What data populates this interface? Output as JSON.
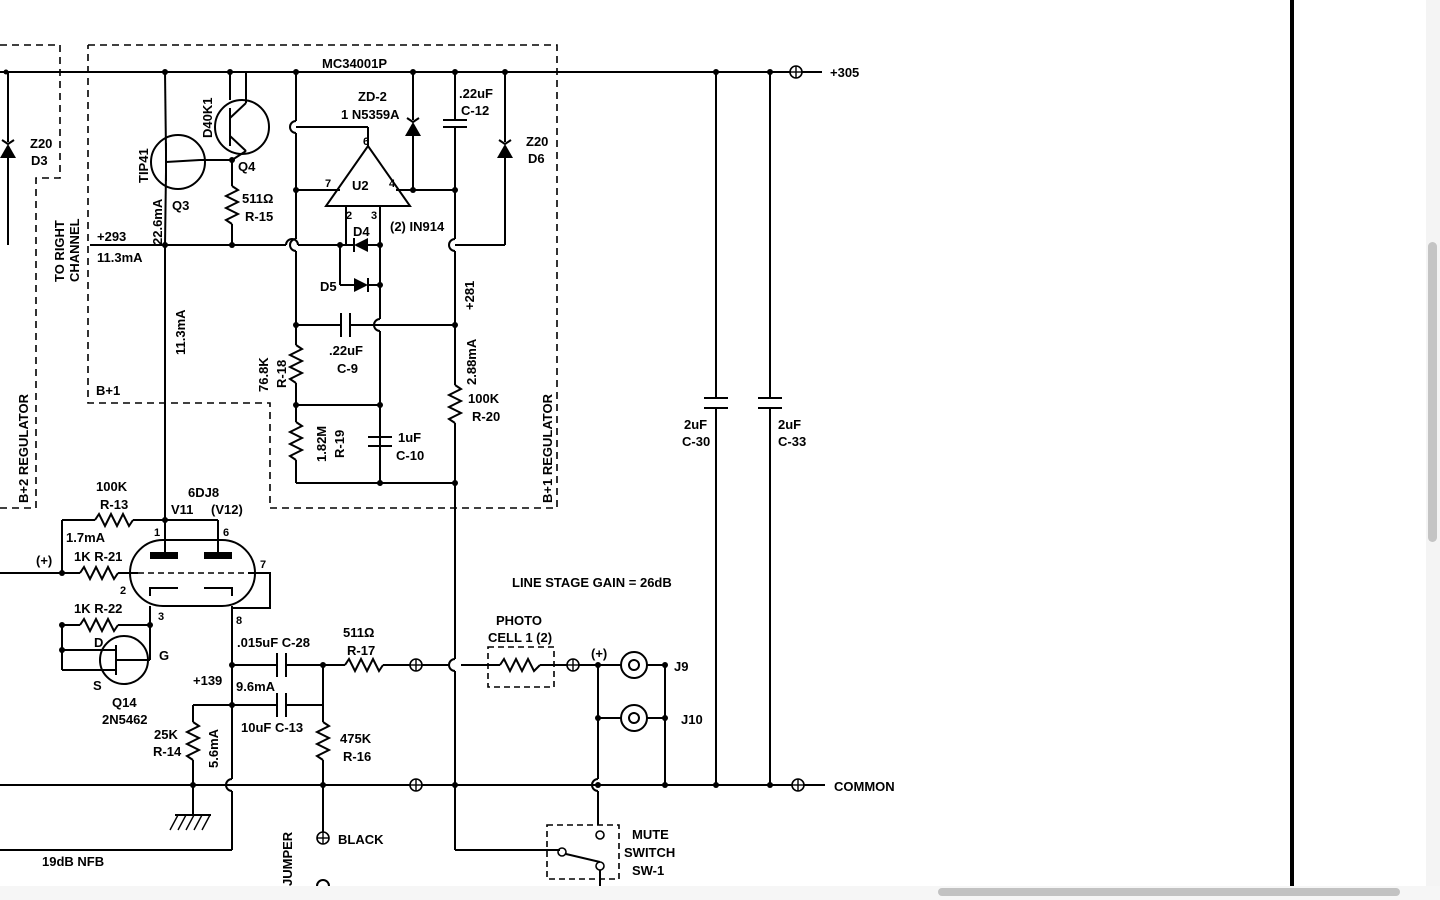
{
  "labels": {
    "mc34001p": "MC34001P",
    "plus305": "+305",
    "z20_d3_a": "Z20",
    "z20_d3_b": "D3",
    "d40k1": "D40K1",
    "tip41": "TIP41",
    "q4": "Q4",
    "q3": "Q3",
    "r15_val": "511Ω",
    "r15_ref": "R-15",
    "zd2_a": "ZD-2",
    "zd2_b": "1 N5359A",
    "c12_val": ".22uF",
    "c12_ref": "C-12",
    "z20_d6_a": "Z20",
    "z20_d6_b": "D6",
    "u2": "U2",
    "pin6": "6",
    "pin7": "7",
    "pin4": "4",
    "pin2": "2",
    "pin3": "3",
    "in914": "(2) IN914",
    "d4": "D4",
    "d5": "D5",
    "to_right_a": "TO RIGHT",
    "to_right_b": "CHANNEL",
    "plus293": "+293",
    "i_11_3a": "11.3mA",
    "i_22_6": "22.6mA",
    "i_11_3b": "11.3mA",
    "plus281": "+281",
    "i_2_88": "2.88mA",
    "c9_val": ".22uF",
    "c9_ref": "C-9",
    "r18_val": "76.8K",
    "r18_ref": "R-18",
    "r19_val": "1.82M",
    "r19_ref": "R-19",
    "c10_val": "1uF",
    "c10_ref": "C-10",
    "r20_val": "100K",
    "r20_ref": "R-20",
    "b1": "B+1",
    "b1_reg": "B+1 REGULATOR",
    "b2_reg": "B+2 REGULATOR",
    "c30_val": "2uF",
    "c30_ref": "C-30",
    "c33_val": "2uF",
    "c33_ref": "C-33",
    "r13_val": "100K",
    "r13_ref": "R-13",
    "tube": "6DJ8",
    "v11": "V11",
    "v12": "(V12)",
    "i_1_7": "1.7mA",
    "r21": "1K R-21",
    "plus_in": "(+)",
    "r22": "1K R-22",
    "tp1": "1",
    "tp6": "6",
    "tp7": "7",
    "tp2": "2",
    "tp3": "3",
    "tp8": "8",
    "d_lbl": "D",
    "s_lbl": "S",
    "g_lbl": "G",
    "q14": "Q14",
    "q14_part": "2N5462",
    "c28": ".015uF C-28",
    "r17_val": "511Ω",
    "r17_ref": "R-17",
    "plus139": "+139",
    "i_9_6": "9.6mA",
    "c13": "10uF C-13",
    "r14_val": "25K",
    "r14_ref": "R-14",
    "i_5_6": "5.6mA",
    "r16_val": "475K",
    "r16_ref": "R-16",
    "gain": "LINE STAGE GAIN = 26dB",
    "photo_a": "PHOTO",
    "photo_b": "CELL 1 (2)",
    "plus_out": "(+)",
    "j9": "J9",
    "j10": "J10",
    "common": "COMMON",
    "black": "BLACK",
    "jumper": "JUMPER",
    "nfb": "19dB NFB",
    "mute_a": "MUTE",
    "mute_b": "SWITCH",
    "mute_c": "SW-1"
  }
}
